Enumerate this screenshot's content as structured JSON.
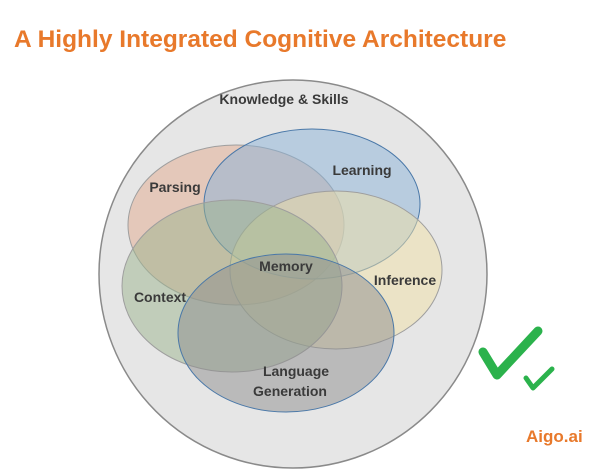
{
  "title": "A Highly Integrated Cognitive Architecture",
  "diagram": {
    "outer_label": "Knowledge & Skills",
    "sets": [
      {
        "key": "parsing",
        "label": "Parsing",
        "fill": "#e2a98e"
      },
      {
        "key": "learning",
        "label": "Learning",
        "fill": "#8ab1d8"
      },
      {
        "key": "inference",
        "label": "Inference",
        "fill": "#f0dfa6"
      },
      {
        "key": "context",
        "label": "Context",
        "fill": "#9bb48e"
      },
      {
        "key": "language",
        "label_lines": [
          "Language",
          "Generation"
        ],
        "fill": "#8e8e8e"
      }
    ],
    "center_label": "Memory",
    "outer_fill": "#e6e6e6",
    "stroke_color": "#9e9e9e"
  },
  "checkmark_icon": "double-checkmark-icon",
  "checkmark_color": "#2bb24c",
  "brand": "Aigo.ai",
  "accent_color": "#e8792b"
}
